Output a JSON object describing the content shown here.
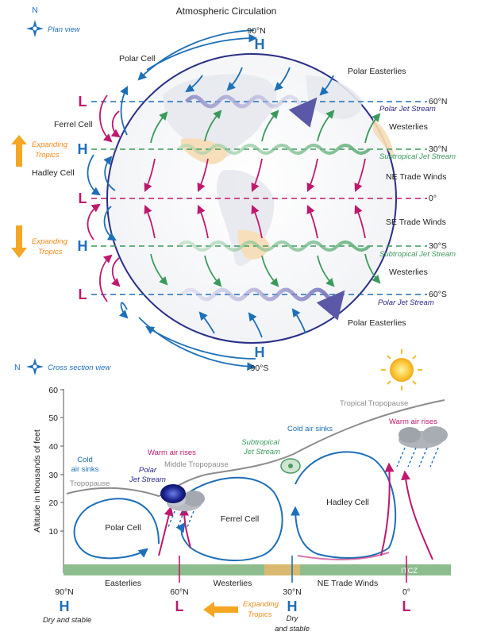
{
  "plan": {
    "title": "Atmospheric Circulation",
    "compass_letter": "N",
    "view_label": "Plan view",
    "north_pole": "90°N",
    "south_pole": "90°S",
    "lat_labels": [
      "60°N",
      "30°N",
      "0°",
      "30°S",
      "60°S"
    ],
    "jet_labels": {
      "polar_n": "Polar Jet Stream",
      "subtrop_n": "Subtropical Jet Stream",
      "subtrop_s": "Subtropical Jet Stream",
      "polar_s": "Polar Jet Stream"
    },
    "wind_labels": {
      "polar_e_n": "Polar Easterlies",
      "westerlies_n": "Westerlies",
      "ne_trade": "NE Trade Winds",
      "se_trade": "SE Trade Winds",
      "westerlies_s": "Westerlies",
      "polar_e_s": "Polar Easterlies"
    },
    "cells": {
      "polar": "Polar Cell",
      "ferrel": "Ferrel Cell",
      "hadley": "Hadley Cell"
    },
    "expanding_1": "Expanding",
    "expanding_2": "Tropics",
    "H": "H",
    "L": "L"
  },
  "section": {
    "compass_letter": "N",
    "view_label": "Cross section view",
    "y_axis_label": "Altitude in thousands of feet",
    "y_ticks": [
      "60",
      "50",
      "40",
      "30",
      "20",
      "10"
    ],
    "tropopause": "Tropopause",
    "middle_tropopause": "Middle Tropopause",
    "tropical_tropopause": "Tropical Tropopause",
    "cold_sinks_left_1": "Cold",
    "cold_sinks_left_2": "air sinks",
    "warm_rises_left": "Warm air rises",
    "polar_jet_1": "Polar",
    "polar_jet_2": "Jet Stream",
    "subtrop_jet_1": "Subtropical",
    "subtrop_jet_2": "Jet Stream",
    "cold_sinks_mid": "Cold air sinks",
    "warm_rises_right": "Warm air rises",
    "polar_cell": "Polar Cell",
    "ferrel_cell": "Ferrel Cell",
    "hadley_cell": "Hadley Cell",
    "itcz": "ITCZ",
    "easterlies": "Easterlies",
    "westerlies": "Westerlies",
    "ne_trade": "NE Trade Winds",
    "x_labels": [
      "90°N",
      "60°N",
      "30°N",
      "0°"
    ],
    "dry_1": "Dry and stable",
    "dry_2a": "Dry",
    "dry_2b": "and stable",
    "expanding_1": "Expanding",
    "expanding_2": "Tropics",
    "H": "H",
    "L": "L"
  },
  "colors": {
    "blue": "#1d6fb8",
    "pink": "#c0186e",
    "green": "#3a9a5c",
    "navy": "#2b2a8a",
    "orange": "#f08a1c",
    "gray": "#8c8c8c"
  }
}
